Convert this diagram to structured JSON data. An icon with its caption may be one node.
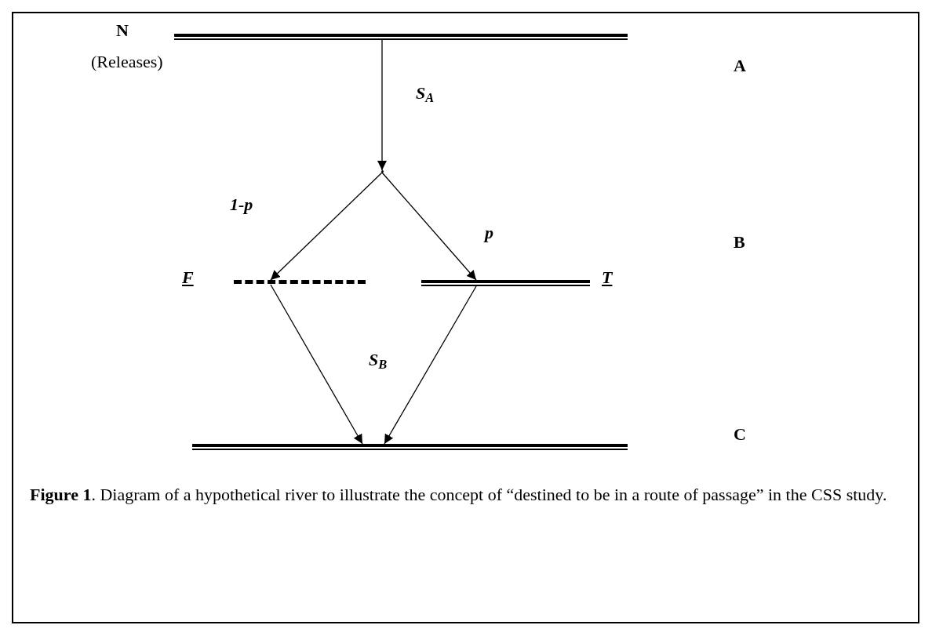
{
  "diagram": {
    "caption": "**Figure 1**. Diagram of a hypothetical river to illustrate the concept of “destined to be in a route of passage” in the CSS study.",
    "nodes": [
      {
        "text": [],
        "shape": "bar",
        "beside": [
          "N",
          "(Releases)"
        ]
      },
      {
        "text": [],
        "shape": "point"
      },
      {
        "text": [],
        "shape": "line",
        "beside": [
          "F"
        ]
      },
      {
        "text": [],
        "shape": "bar",
        "beside": [
          "T"
        ]
      },
      {
        "text": [],
        "shape": "bar"
      }
    ],
    "edges": [
      {
        "from": 0,
        "to": 1,
        "arrow": "to",
        "label": "S$_{A}$"
      },
      {
        "from": 1,
        "to": 2,
        "arrow": "to",
        "label": "1-p"
      },
      {
        "from": 1,
        "to": 3,
        "arrow": "to",
        "label": "p"
      },
      {
        "from": 2,
        "to": 4,
        "arrow": "to"
      },
      {
        "from": 3,
        "to": 4,
        "arrow": "to"
      }
    ],
    "labels": [
      "A",
      "B",
      "S$_{B}$",
      "C"
    ]
  }
}
